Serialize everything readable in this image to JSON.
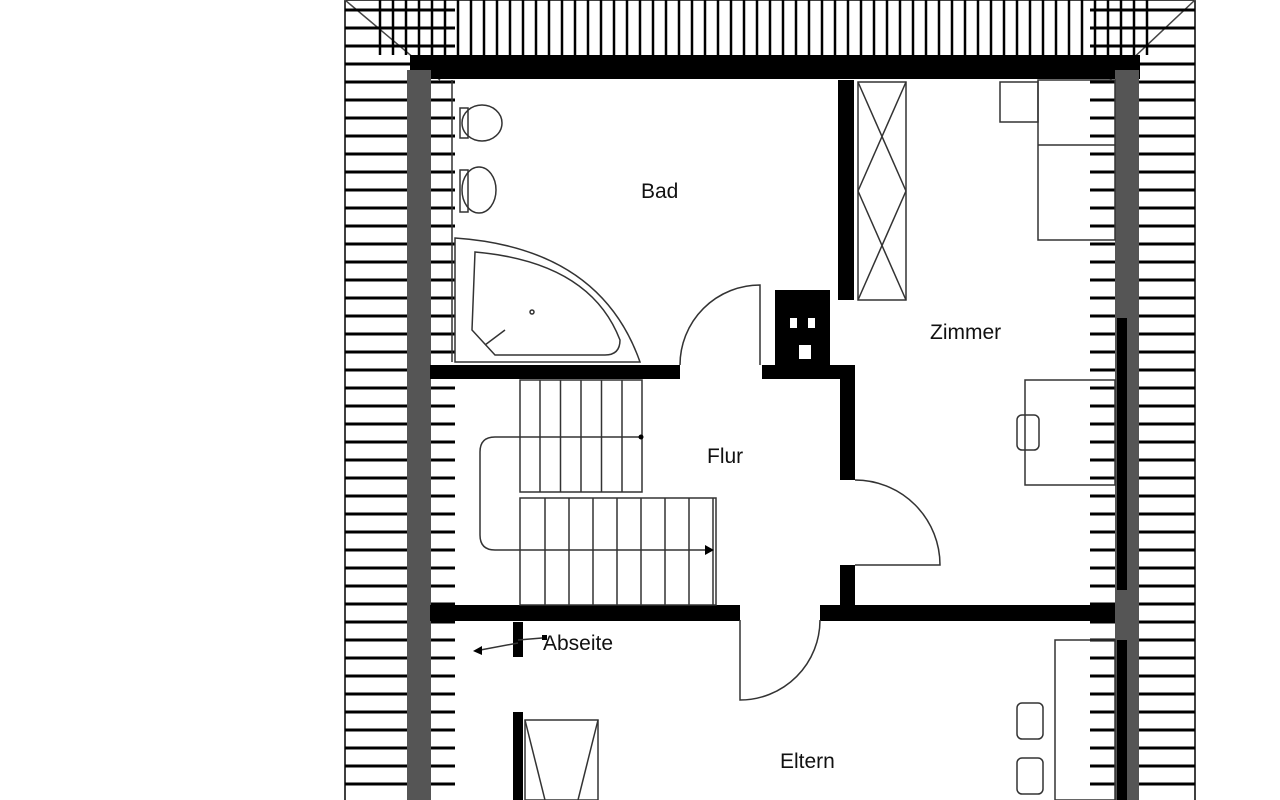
{
  "rooms": {
    "bad": "Bad",
    "zimmer": "Zimmer",
    "flur": "Flur",
    "abseite": "Abseite",
    "eltern": "Eltern"
  },
  "colors": {
    "wall": "#000000",
    "line": "#333333",
    "background": "#ffffff"
  }
}
